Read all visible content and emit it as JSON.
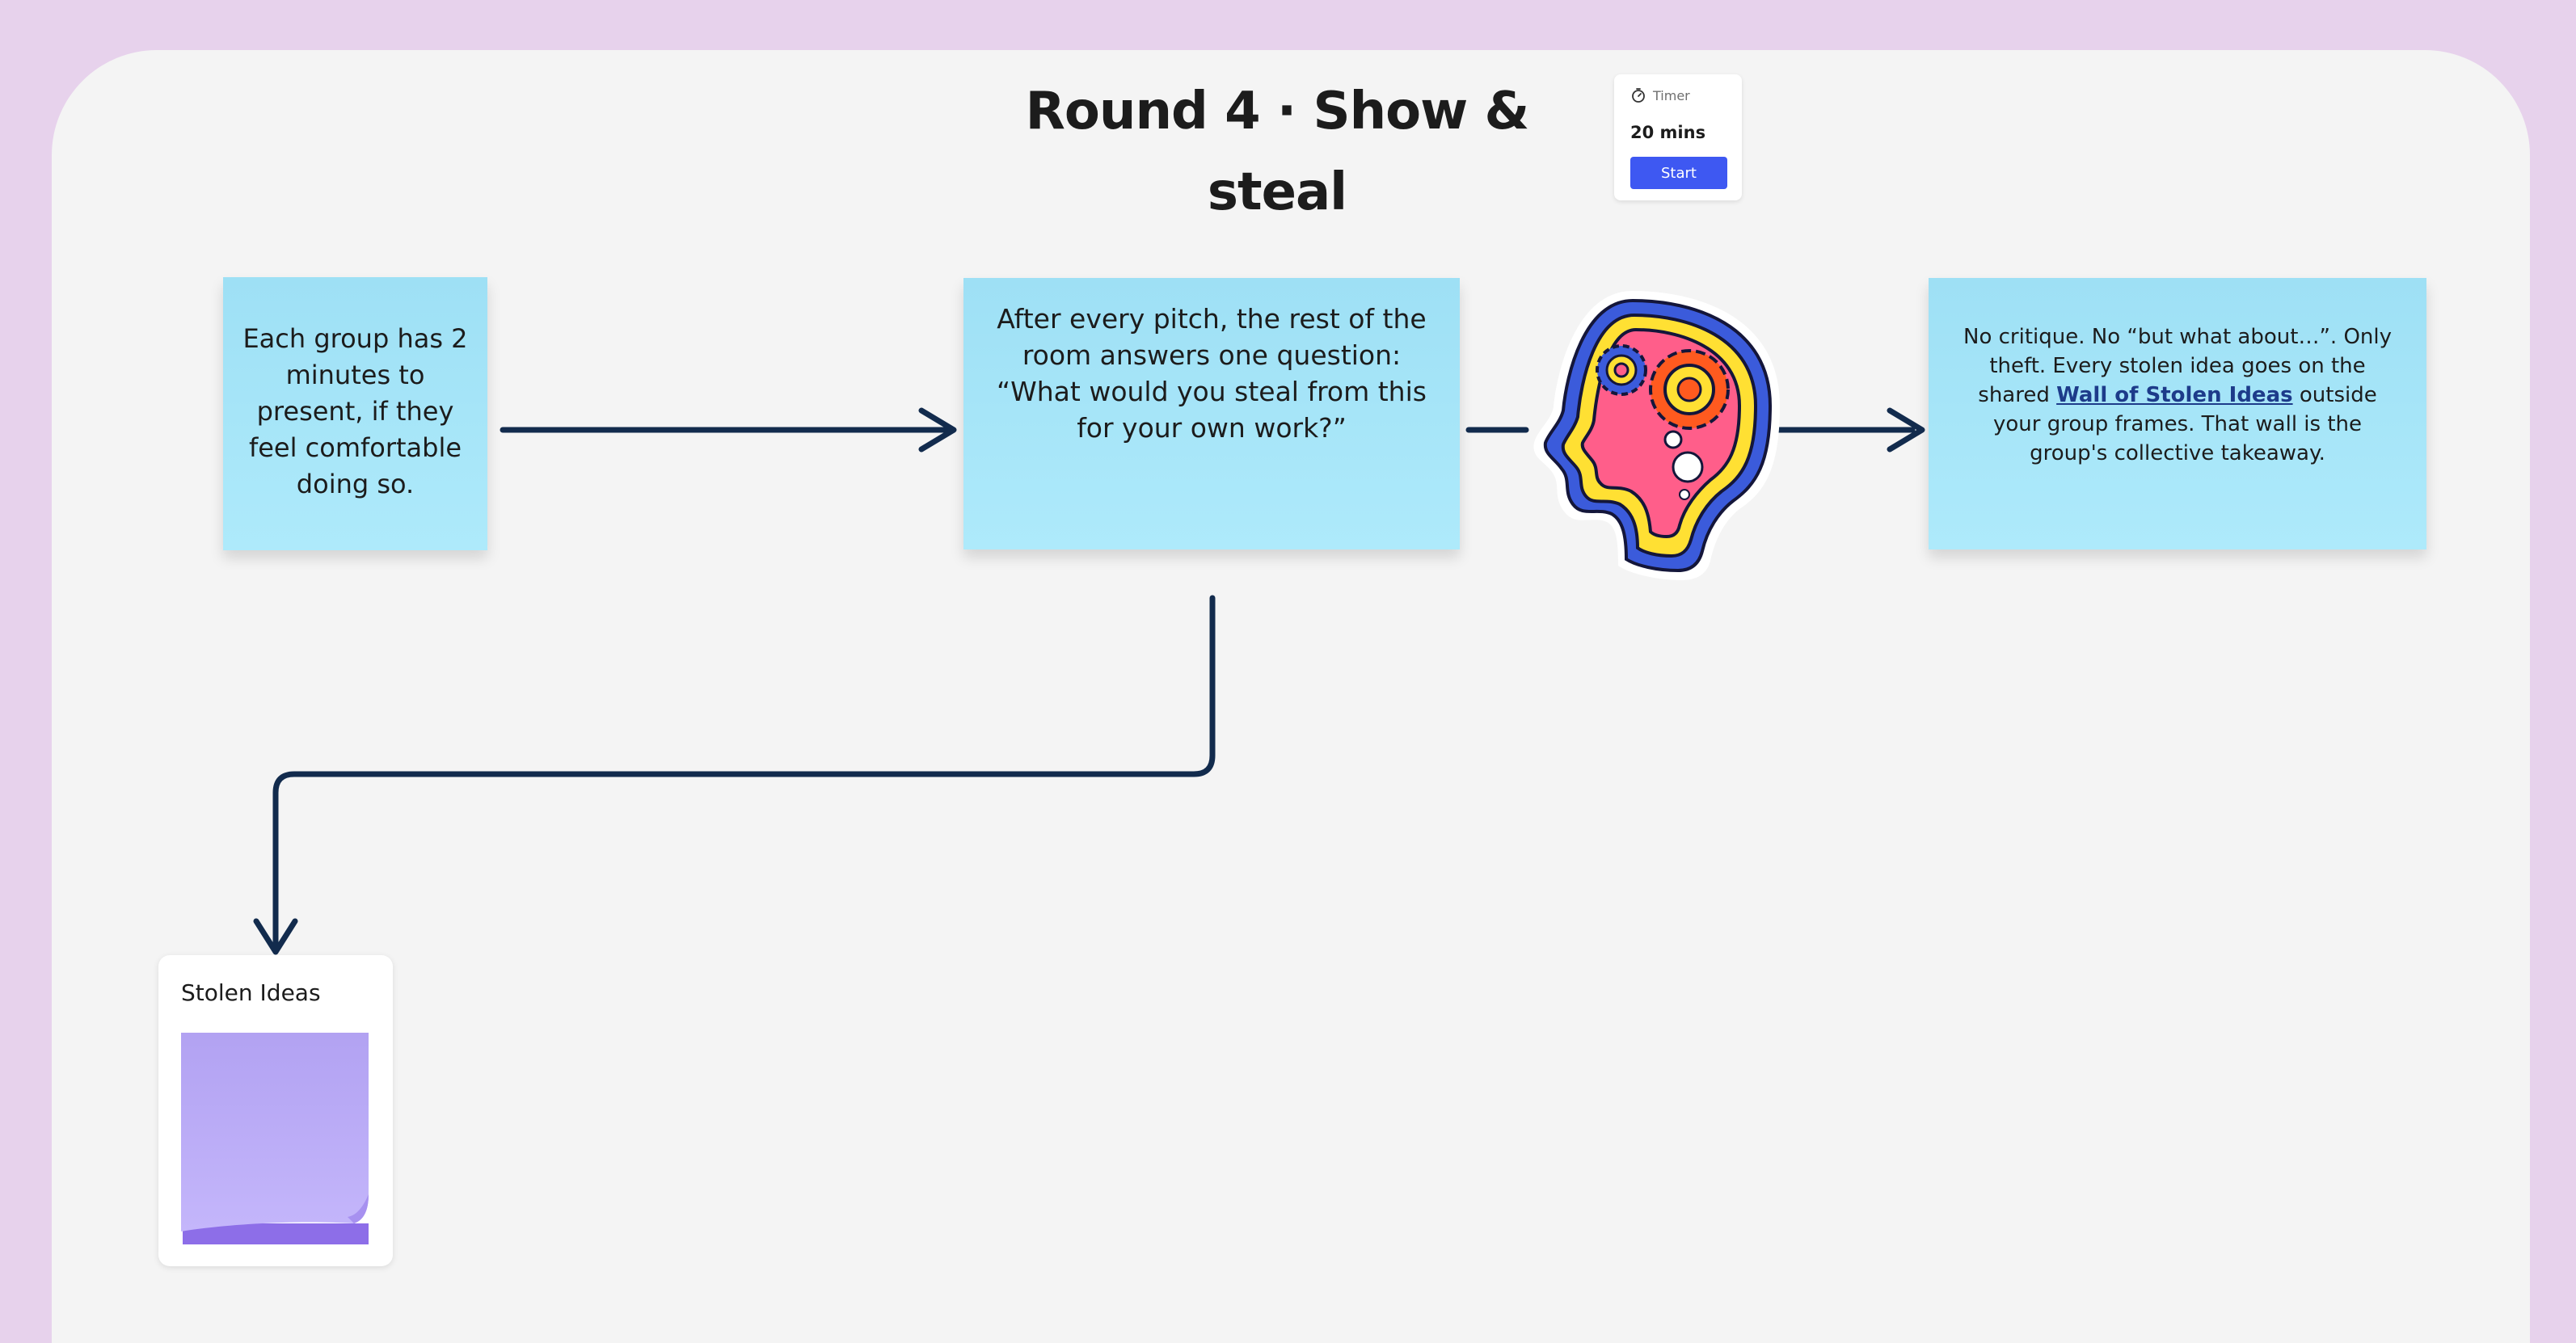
{
  "board": {
    "title": "Round 4 · Show & steal"
  },
  "timer": {
    "label": "Timer",
    "value": "20 mins",
    "start_label": "Start",
    "icon": "stopwatch-icon"
  },
  "flow": {
    "step1": "Each group has 2 minutes to present, if they feel comfortable doing so.",
    "step2_line1": "After every pitch, the rest of the room answers one question:",
    "step2_line2": "“What would you steal from this for your own work?”",
    "step3_before": "No critique. No “but what about…”. Only theft. Every stolen idea goes on the shared ",
    "step3_link": "Wall of Stolen Ideas",
    "step3_after": " outside your group frames. That wall is the group's collective takeaway."
  },
  "stolen_ideas": {
    "title": "Stolen Ideas"
  },
  "colors": {
    "background": "#e7d2ec",
    "canvas": "#f4f4f4",
    "sticky": "#a6e5f8",
    "connector": "#122b4d",
    "button": "#3e58f2",
    "note_pad": "#b9a8f5"
  }
}
